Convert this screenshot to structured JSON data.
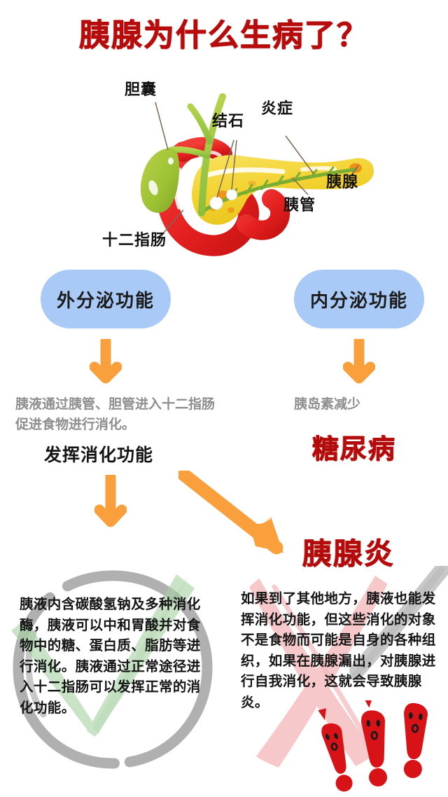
{
  "title": "胰腺为什么生病了？",
  "colors": {
    "title_red": "#c00d0d",
    "pill_blue": "#a9caf6",
    "arrow_orange": "#f9a03c",
    "gray_text": "#8e8e8e",
    "pancreas_yellow": "#f5d83b",
    "duodenum_red": "#e8252a",
    "gallbladder_green": "#9cc233",
    "duct_green": "#8cbf3f",
    "brush_gray": "#9a9a9a",
    "brush_green": "#a9d3a5",
    "brush_pink": "#f1a8ab"
  },
  "anatomy": {
    "labels": [
      {
        "key": "gallbladder",
        "text": "胆囊"
      },
      {
        "key": "stones",
        "text": "结石"
      },
      {
        "key": "inflammation",
        "text": "炎症"
      },
      {
        "key": "pancreas",
        "text": "胰腺"
      },
      {
        "key": "pancreatic_duct",
        "text": "胰管"
      },
      {
        "key": "duodenum",
        "text": "十二指肠"
      }
    ]
  },
  "branches": {
    "exocrine": {
      "pill_label": "外分泌功能",
      "description": "胰液通过胰管、胆管进入十二指肠促进食物进行消化。",
      "outcome": "发挥消化功能"
    },
    "endocrine": {
      "pill_label": "内分泌功能",
      "description": "胰岛素减少",
      "outcome": "糖尿病"
    }
  },
  "pancreatitis_heading": "胰腺炎",
  "panels": {
    "normal": {
      "text": "胰液内含碳酸氢钠及多种消化酶，胰液可以中和胃酸并对食物中的糖、蛋白质、脂肪等进行消化。胰液通过正常途径进入十二指肠可以发挥正常的消化功能。"
    },
    "abnormal": {
      "text": "如果到了其他地方，胰液也能发挥消化功能，但这些消化的对象不是食物而可能是自身的各种组织，如果在胰腺漏出，对胰腺进行自我消化，这就会导致胰腺炎。"
    }
  }
}
